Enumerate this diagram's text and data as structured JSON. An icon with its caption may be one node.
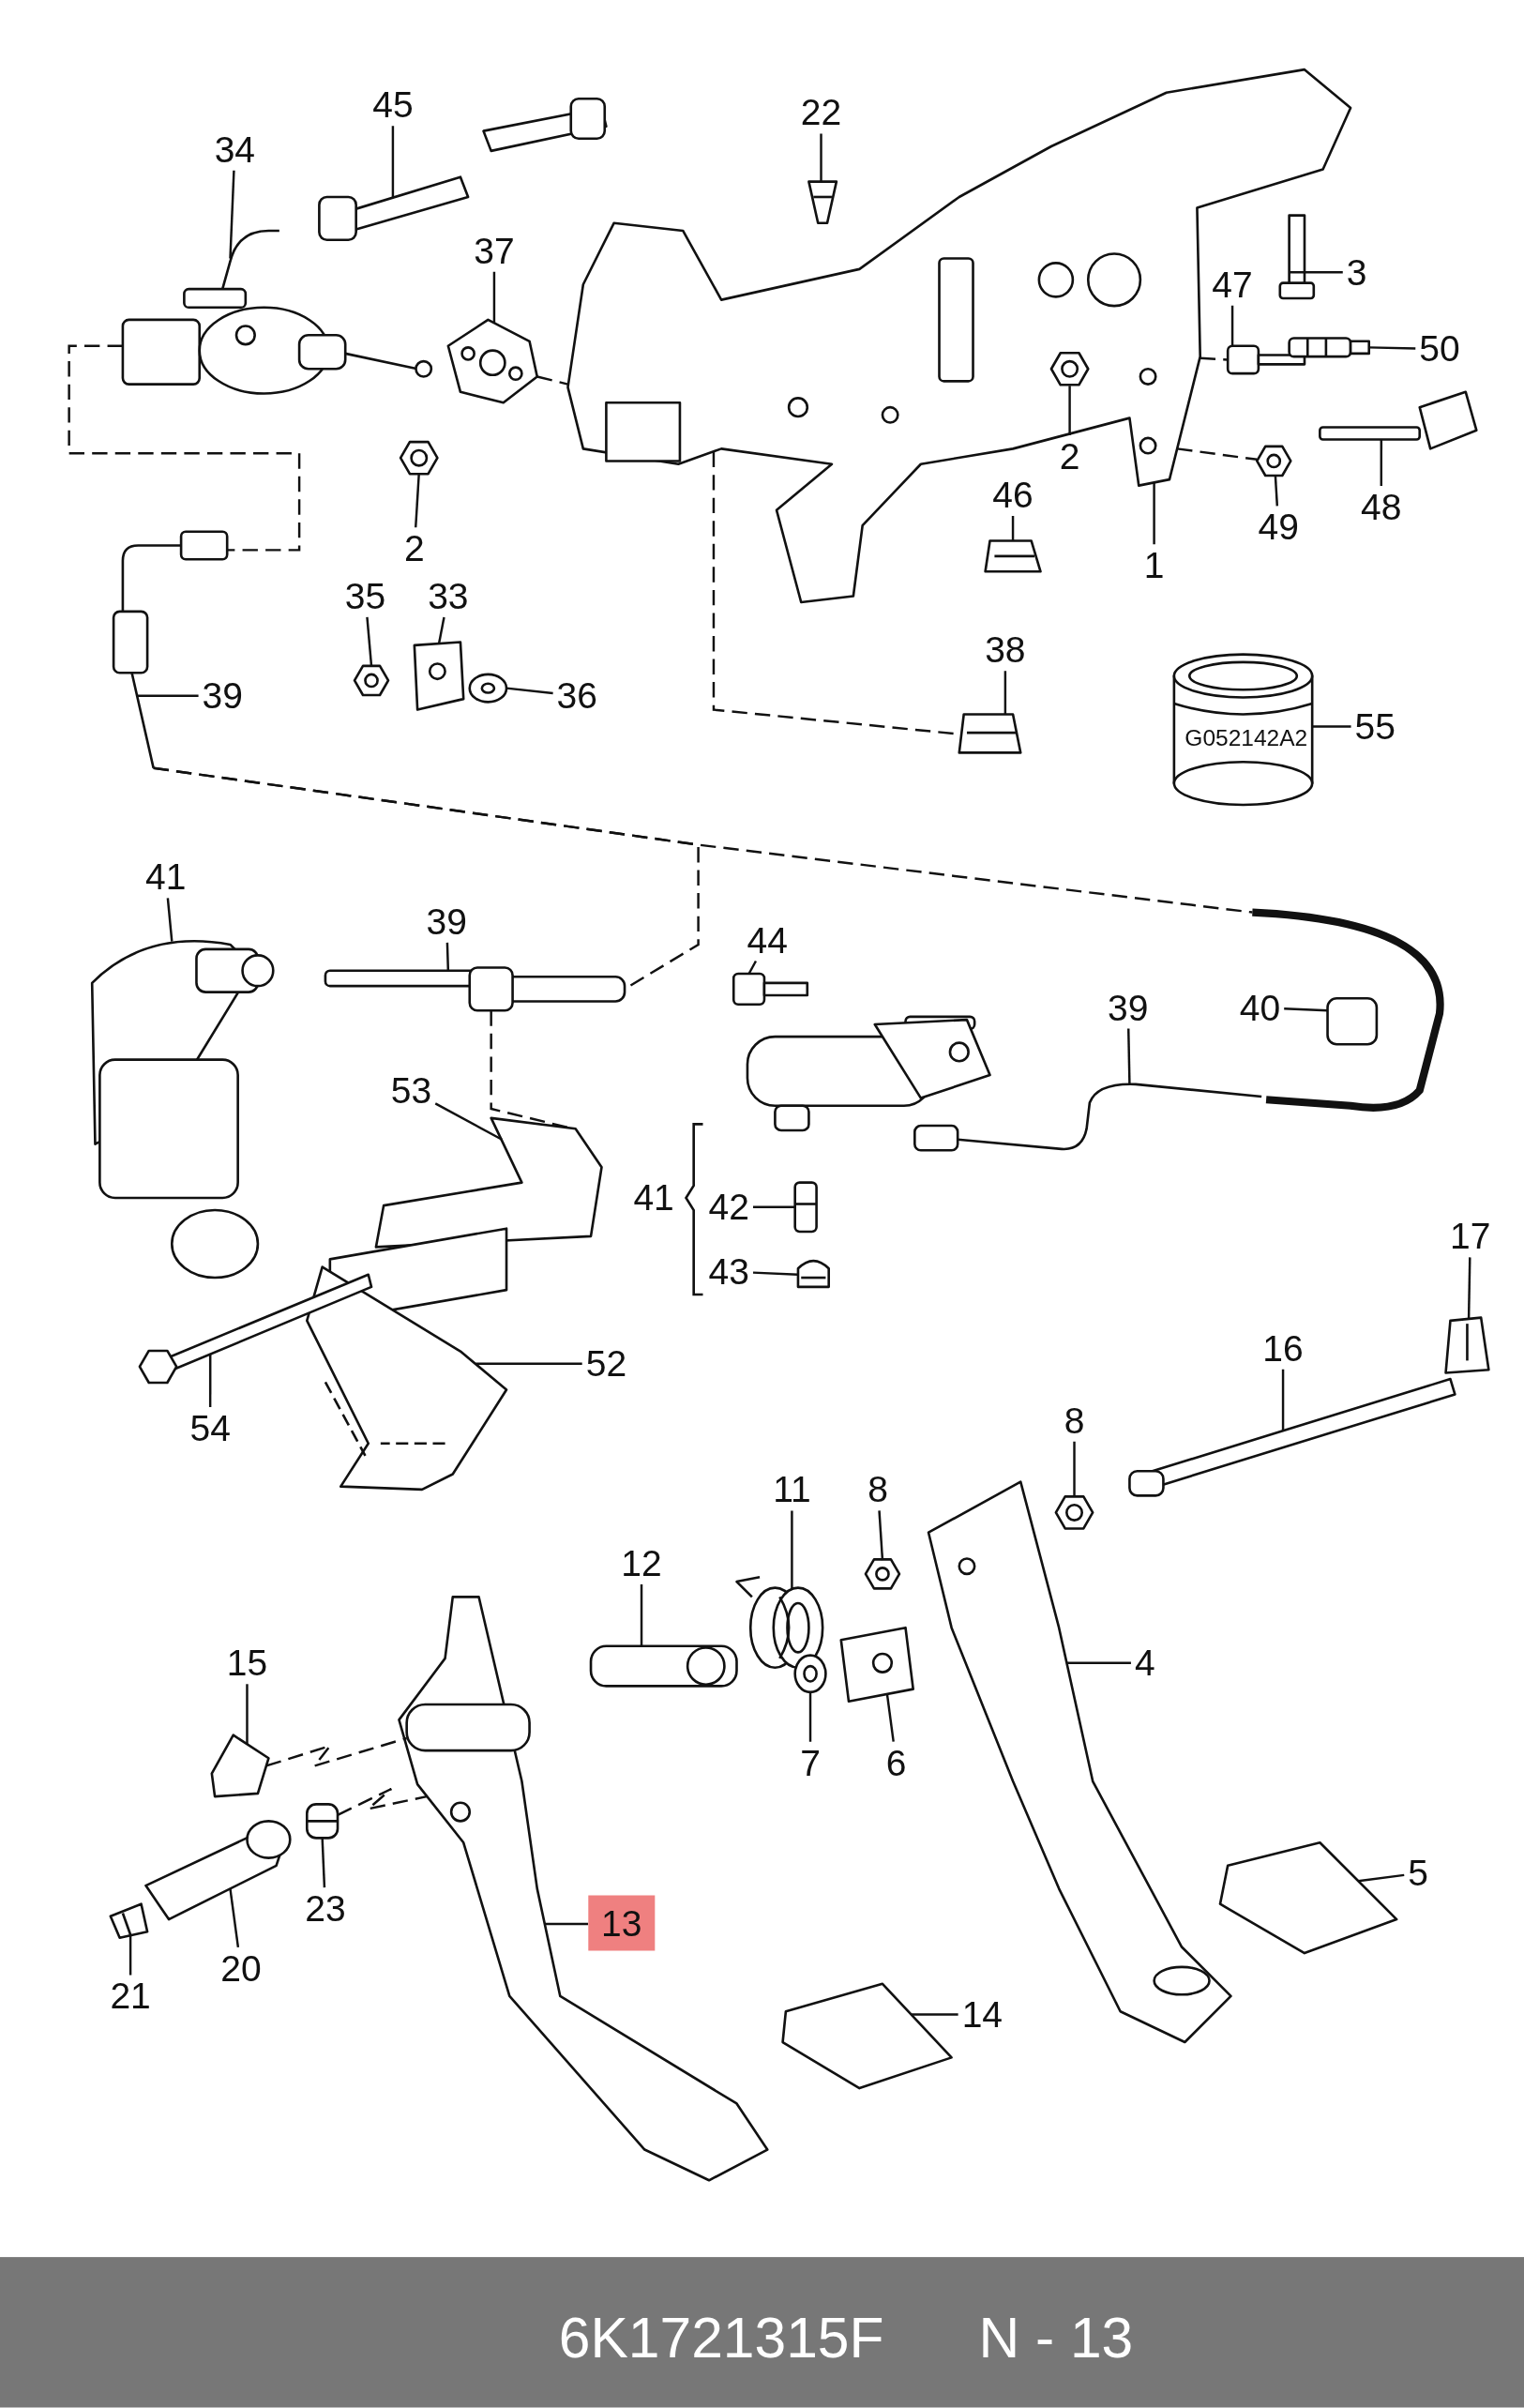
{
  "diagram": {
    "nodes": [
      {
        "text": [
          "34"
        ]
      },
      {
        "text": [
          "45"
        ]
      },
      {
        "text": [
          "22"
        ]
      },
      {
        "text": [
          "37"
        ]
      },
      {
        "text": [
          "3"
        ]
      },
      {
        "text": [
          "47"
        ]
      },
      {
        "text": [
          "50"
        ]
      },
      {
        "text": [
          "2"
        ]
      },
      {
        "text": [
          "46"
        ]
      },
      {
        "text": [
          "49"
        ]
      },
      {
        "text": [
          "48"
        ]
      },
      {
        "text": [
          "2"
        ]
      },
      {
        "text": [
          "1"
        ]
      },
      {
        "text": [
          "35"
        ]
      },
      {
        "text": [
          "33"
        ]
      },
      {
        "text": [
          "36"
        ]
      },
      {
        "text": [
          "39"
        ]
      },
      {
        "text": [
          "38"
        ]
      },
      {
        "text": [
          "55"
        ]
      },
      {
        "text": [
          "41"
        ]
      },
      {
        "text": [
          "39"
        ]
      },
      {
        "text": [
          "44"
        ]
      },
      {
        "text": [
          "39"
        ]
      },
      {
        "text": [
          "40"
        ]
      },
      {
        "text": [
          "53"
        ]
      },
      {
        "text": [
          "41"
        ]
      },
      {
        "text": [
          "42"
        ]
      },
      {
        "text": [
          "43"
        ]
      },
      {
        "text": [
          "17"
        ]
      },
      {
        "text": [
          "16"
        ]
      },
      {
        "text": [
          "52"
        ]
      },
      {
        "text": [
          "54"
        ]
      },
      {
        "text": [
          "8"
        ]
      },
      {
        "text": [
          "11"
        ]
      },
      {
        "text": [
          "8"
        ]
      },
      {
        "text": [
          "12"
        ]
      },
      {
        "text": [
          "4"
        ]
      },
      {
        "text": [
          "15"
        ]
      },
      {
        "text": [
          "7"
        ]
      },
      {
        "text": [
          "6"
        ]
      },
      {
        "text": [
          "5"
        ]
      },
      {
        "text": [
          "23"
        ]
      },
      {
        "text": [
          "13"
        ]
      },
      {
        "text": [
          "20"
        ]
      },
      {
        "text": [
          "21"
        ]
      },
      {
        "text": [
          "14"
        ]
      },
      {
        "text": [],
        "shape": "picture"
      },
      {
        "text": [],
        "shape": "picture"
      },
      {
        "text": [],
        "shape": "picture"
      },
      {
        "text": [],
        "shape": "picture"
      },
      {
        "text": [],
        "shape": "picture"
      },
      {
        "text": [],
        "shape": "picture"
      },
      {
        "text": [],
        "shape": "picture",
        "in": 46
      },
      {
        "text": [],
        "shape": "picture"
      },
      {
        "text": [],
        "shape": "picture"
      },
      {
        "text": [],
        "shape": "picture"
      },
      {
        "text": [],
        "shape": "picture"
      },
      {
        "text": [],
        "shape": "picture"
      },
      {
        "text": [],
        "shape": "picture"
      },
      {
        "text": [],
        "shape": "picture"
      },
      {
        "text": [],
        "shape": "picture"
      },
      {
        "text": [],
        "shape": "picture"
      },
      {
        "text": [],
        "shape": "picture"
      },
      {
        "text": [],
        "shape": "picture"
      },
      {
        "text": [],
        "shape": "picture"
      },
      {
        "text": [],
        "shape": "picture"
      },
      {
        "text": [],
        "shape": "picture"
      },
      {
        "text": [],
        "shape": "picture"
      },
      {
        "text": [],
        "shape": "picture"
      },
      {
        "text": [],
        "shape": "picture"
      },
      {
        "text": [],
        "shape": "picture"
      },
      {
        "text": [],
        "shape": "picture"
      },
      {
        "text": [],
        "shape": "picture"
      },
      {
        "text": [],
        "shape": "picture"
      },
      {
        "text": [],
        "shape": "picture"
      },
      {
        "text": [],
        "shape": "picture"
      },
      {
        "text": [],
        "shape": "picture"
      },
      {
        "text": [],
        "shape": "picture"
      },
      {
        "text": [],
        "shape": "picture"
      },
      {
        "text": [],
        "shape": "picture"
      },
      {
        "text": [],
        "shape": "picture"
      },
      {
        "text": [],
        "shape": "picture"
      },
      {
        "text": [],
        "shape": "picture"
      },
      {
        "text": [],
        "shape": "picture"
      },
      {
        "text": [],
        "shape": "picture"
      },
      {
        "text": [],
        "shape": "picture"
      },
      {
        "text": [],
        "shape": "picture"
      },
      {
        "text": [],
        "shape": "picture"
      },
      {
        "text": [],
        "shape": "picture"
      },
      {
        "text": [],
        "shape": "picture"
      },
      {
        "text": [],
        "shape": "picture"
      }
    ],
    "edges": [
      {
        "from": 0,
        "to": 47,
        "arrow": "none"
      },
      {
        "from": 1,
        "to": 48,
        "arrow": "none"
      },
      {
        "from": 2,
        "to": 49,
        "arrow": "none"
      },
      {
        "from": 3,
        "to": 50,
        "arrow": "none"
      },
      {
        "from": 4,
        "to": 53,
        "arrow": "none"
      },
      {
        "from": 5,
        "to": 54,
        "arrow": "none"
      },
      {
        "from": 6,
        "to": 55,
        "arrow": "none"
      },
      {
        "from": 7,
        "to": 52,
        "arrow": "none"
      },
      {
        "from": 8,
        "to": 56,
        "arrow": "none"
      },
      {
        "from": 9,
        "to": 57,
        "arrow": "none"
      },
      {
        "from": 10,
        "to": 58,
        "arrow": "none"
      },
      {
        "from": 11,
        "to": 51,
        "arrow": "none"
      },
      {
        "from": 12,
        "to": 46,
        "arrow": "none"
      },
      {
        "from": 13,
        "to": 59,
        "arrow": "none"
      },
      {
        "from": 14,
        "to": 60,
        "arrow": "none"
      },
      {
        "from": 15,
        "to": 61,
        "arrow": "none"
      },
      {
        "from": 16,
        "to": 64,
        "arrow": "none"
      },
      {
        "from": 17,
        "to": 62,
        "arrow": "none"
      },
      {
        "from": 18,
        "to": 63,
        "arrow": "none"
      },
      {
        "from": 19,
        "to": 65,
        "arrow": "none"
      },
      {
        "from": 20,
        "to": 66,
        "arrow": "none"
      },
      {
        "from": 21,
        "to": 69,
        "arrow": "none"
      },
      {
        "from": 22,
        "to": 70,
        "arrow": "none"
      },
      {
        "from": 23,
        "to": 71,
        "arrow": "none"
      },
      {
        "from": 24,
        "to": 67,
        "arrow": "none"
      },
      {
        "from": 26,
        "to": 72,
        "arrow": "none"
      },
      {
        "from": 27,
        "to": 73,
        "arrow": "none"
      },
      {
        "from": 28,
        "to": 74,
        "arrow": "none"
      },
      {
        "from": 29,
        "to": 75,
        "arrow": "none"
      },
      {
        "from": 30,
        "to": 67,
        "arrow": "none"
      },
      {
        "from": 31,
        "to": 76,
        "arrow": "none"
      },
      {
        "from": 32,
        "to": 77,
        "arrow": "none"
      },
      {
        "from": 33,
        "to": 78,
        "arrow": "none"
      },
      {
        "from": 34,
        "to": 79,
        "arrow": "none"
      },
      {
        "from": 35,
        "to": 80,
        "arrow": "none"
      },
      {
        "from": 36,
        "to": 81,
        "arrow": "none"
      },
      {
        "from": 37,
        "to": 82,
        "arrow": "none"
      },
      {
        "from": 38,
        "to": 83,
        "arrow": "none"
      },
      {
        "from": 39,
        "to": 84,
        "arrow": "none"
      },
      {
        "from": 40,
        "to": 85,
        "arrow": "none"
      },
      {
        "from": 41,
        "to": 86,
        "arrow": "none"
      },
      {
        "from": 42,
        "to": 87,
        "arrow": "none"
      },
      {
        "from": 43,
        "to": 88,
        "arrow": "none"
      },
      {
        "from": 44,
        "to": 89,
        "arrow": "none"
      },
      {
        "from": 45,
        "to": 90,
        "arrow": "none"
      },
      {
        "from": 47,
        "to": 64,
        "arrow": "none",
        "style": "dashed"
      },
      {
        "from": 46,
        "to": 62,
        "arrow": "none",
        "style": "dashed"
      },
      {
        "from": 64,
        "to": 71,
        "arrow": "none",
        "style": "dashed"
      },
      {
        "from": 64,
        "to": 66,
        "arrow": "none",
        "style": "dashed"
      },
      {
        "from": 66,
        "to": 67,
        "arrow": "none",
        "style": "dashed"
      },
      {
        "from": 82,
        "to": 87,
        "arrow": "none",
        "style": "dashed"
      },
      {
        "from": 86,
        "to": 87,
        "arrow": "none",
        "style": "dashed"
      },
      {
        "from": 50,
        "to": 46,
        "arrow": "none",
        "style": "dashed"
      },
      {
        "from": 46,
        "to": 54,
        "arrow": "none",
        "style": "dashed"
      },
      {
        "from": 46,
        "to": 57,
        "arrow": "none",
        "style": "dashed"
      }
    ],
    "labels": [
      "G052142A2",
      "6K1721315F",
      "N - 13"
    ]
  }
}
